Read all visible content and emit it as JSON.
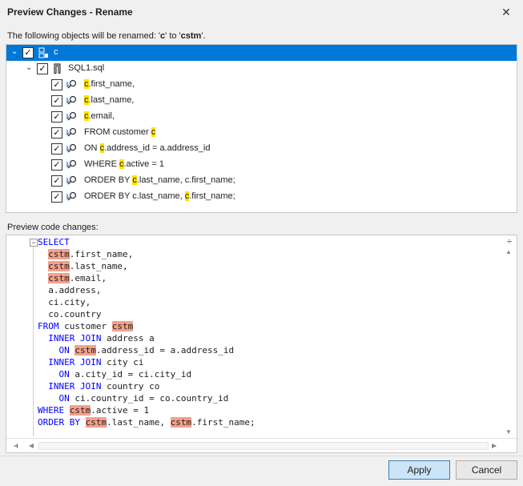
{
  "window": {
    "title": "Preview Changes - Rename"
  },
  "intro": {
    "prefix": "The following objects will be renamed: '",
    "old": "c",
    "mid": "' to '",
    "new": "cstm",
    "suffix": "'."
  },
  "tree": {
    "root": {
      "label": "c",
      "checked": true,
      "icon": "database-object-icon"
    },
    "file": {
      "label": "SQL1.sql",
      "checked": true,
      "icon": "sql-file-icon"
    },
    "items": [
      {
        "pre": "",
        "hl": "c",
        "post": ".first_name,"
      },
      {
        "pre": "",
        "hl": "c",
        "post": ".last_name,"
      },
      {
        "pre": "",
        "hl": "c",
        "post": ".email,"
      },
      {
        "pre": "FROM customer ",
        "hl": "c",
        "post": ""
      },
      {
        "pre": "ON ",
        "hl": "c",
        "post": ".address_id = a.address_id"
      },
      {
        "pre": "WHERE ",
        "hl": "c",
        "post": ".active = 1"
      },
      {
        "pre": "ORDER BY ",
        "hl": "c",
        "post": ".last_name, c.first_name;"
      },
      {
        "pre": "ORDER BY c.last_name, ",
        "hl": "c",
        "post": ".first_name;"
      }
    ]
  },
  "preview": {
    "label": "Preview code changes:",
    "lines": [
      [
        {
          "t": "SELECT",
          "k": "kw"
        }
      ],
      [
        {
          "t": "  "
        },
        {
          "t": "cstm",
          "k": "cm"
        },
        {
          "t": ".first_name,"
        }
      ],
      [
        {
          "t": "  "
        },
        {
          "t": "cstm",
          "k": "cm"
        },
        {
          "t": ".last_name,"
        }
      ],
      [
        {
          "t": "  "
        },
        {
          "t": "cstm",
          "k": "cm"
        },
        {
          "t": ".email,"
        }
      ],
      [
        {
          "t": "  a.address,"
        }
      ],
      [
        {
          "t": "  ci.city,"
        }
      ],
      [
        {
          "t": "  co.country"
        }
      ],
      [
        {
          "t": "FROM",
          "k": "kw"
        },
        {
          "t": " customer "
        },
        {
          "t": "cstm",
          "k": "cm"
        }
      ],
      [
        {
          "t": "  "
        },
        {
          "t": "INNER JOIN",
          "k": "kw"
        },
        {
          "t": " address a"
        }
      ],
      [
        {
          "t": "    "
        },
        {
          "t": "ON",
          "k": "kw"
        },
        {
          "t": " "
        },
        {
          "t": "cstm",
          "k": "cm"
        },
        {
          "t": ".address_id = a.address_id"
        }
      ],
      [
        {
          "t": "  "
        },
        {
          "t": "INNER JOIN",
          "k": "kw"
        },
        {
          "t": " city ci"
        }
      ],
      [
        {
          "t": "    "
        },
        {
          "t": "ON",
          "k": "kw"
        },
        {
          "t": " a.city_id = ci.city_id"
        }
      ],
      [
        {
          "t": "  "
        },
        {
          "t": "INNER JOIN",
          "k": "kw"
        },
        {
          "t": " country co"
        }
      ],
      [
        {
          "t": "    "
        },
        {
          "t": "ON",
          "k": "kw"
        },
        {
          "t": " ci.country_id = co.country_id"
        }
      ],
      [
        {
          "t": "WHERE",
          "k": "kw"
        },
        {
          "t": " "
        },
        {
          "t": "cstm",
          "k": "cm"
        },
        {
          "t": ".active = 1"
        }
      ],
      [
        {
          "t": "ORDER BY",
          "k": "kw"
        },
        {
          "t": " "
        },
        {
          "t": "cstm",
          "k": "cm"
        },
        {
          "t": ".last_name, "
        },
        {
          "t": "cstm",
          "k": "cm"
        },
        {
          "t": ".first_name;"
        }
      ]
    ]
  },
  "buttons": {
    "apply": "Apply",
    "cancel": "Cancel"
  },
  "colors": {
    "selection": "#0078d7",
    "tree_highlight": "#ffe100",
    "code_highlight": "#f4a08a",
    "keyword": "#0000ff"
  }
}
